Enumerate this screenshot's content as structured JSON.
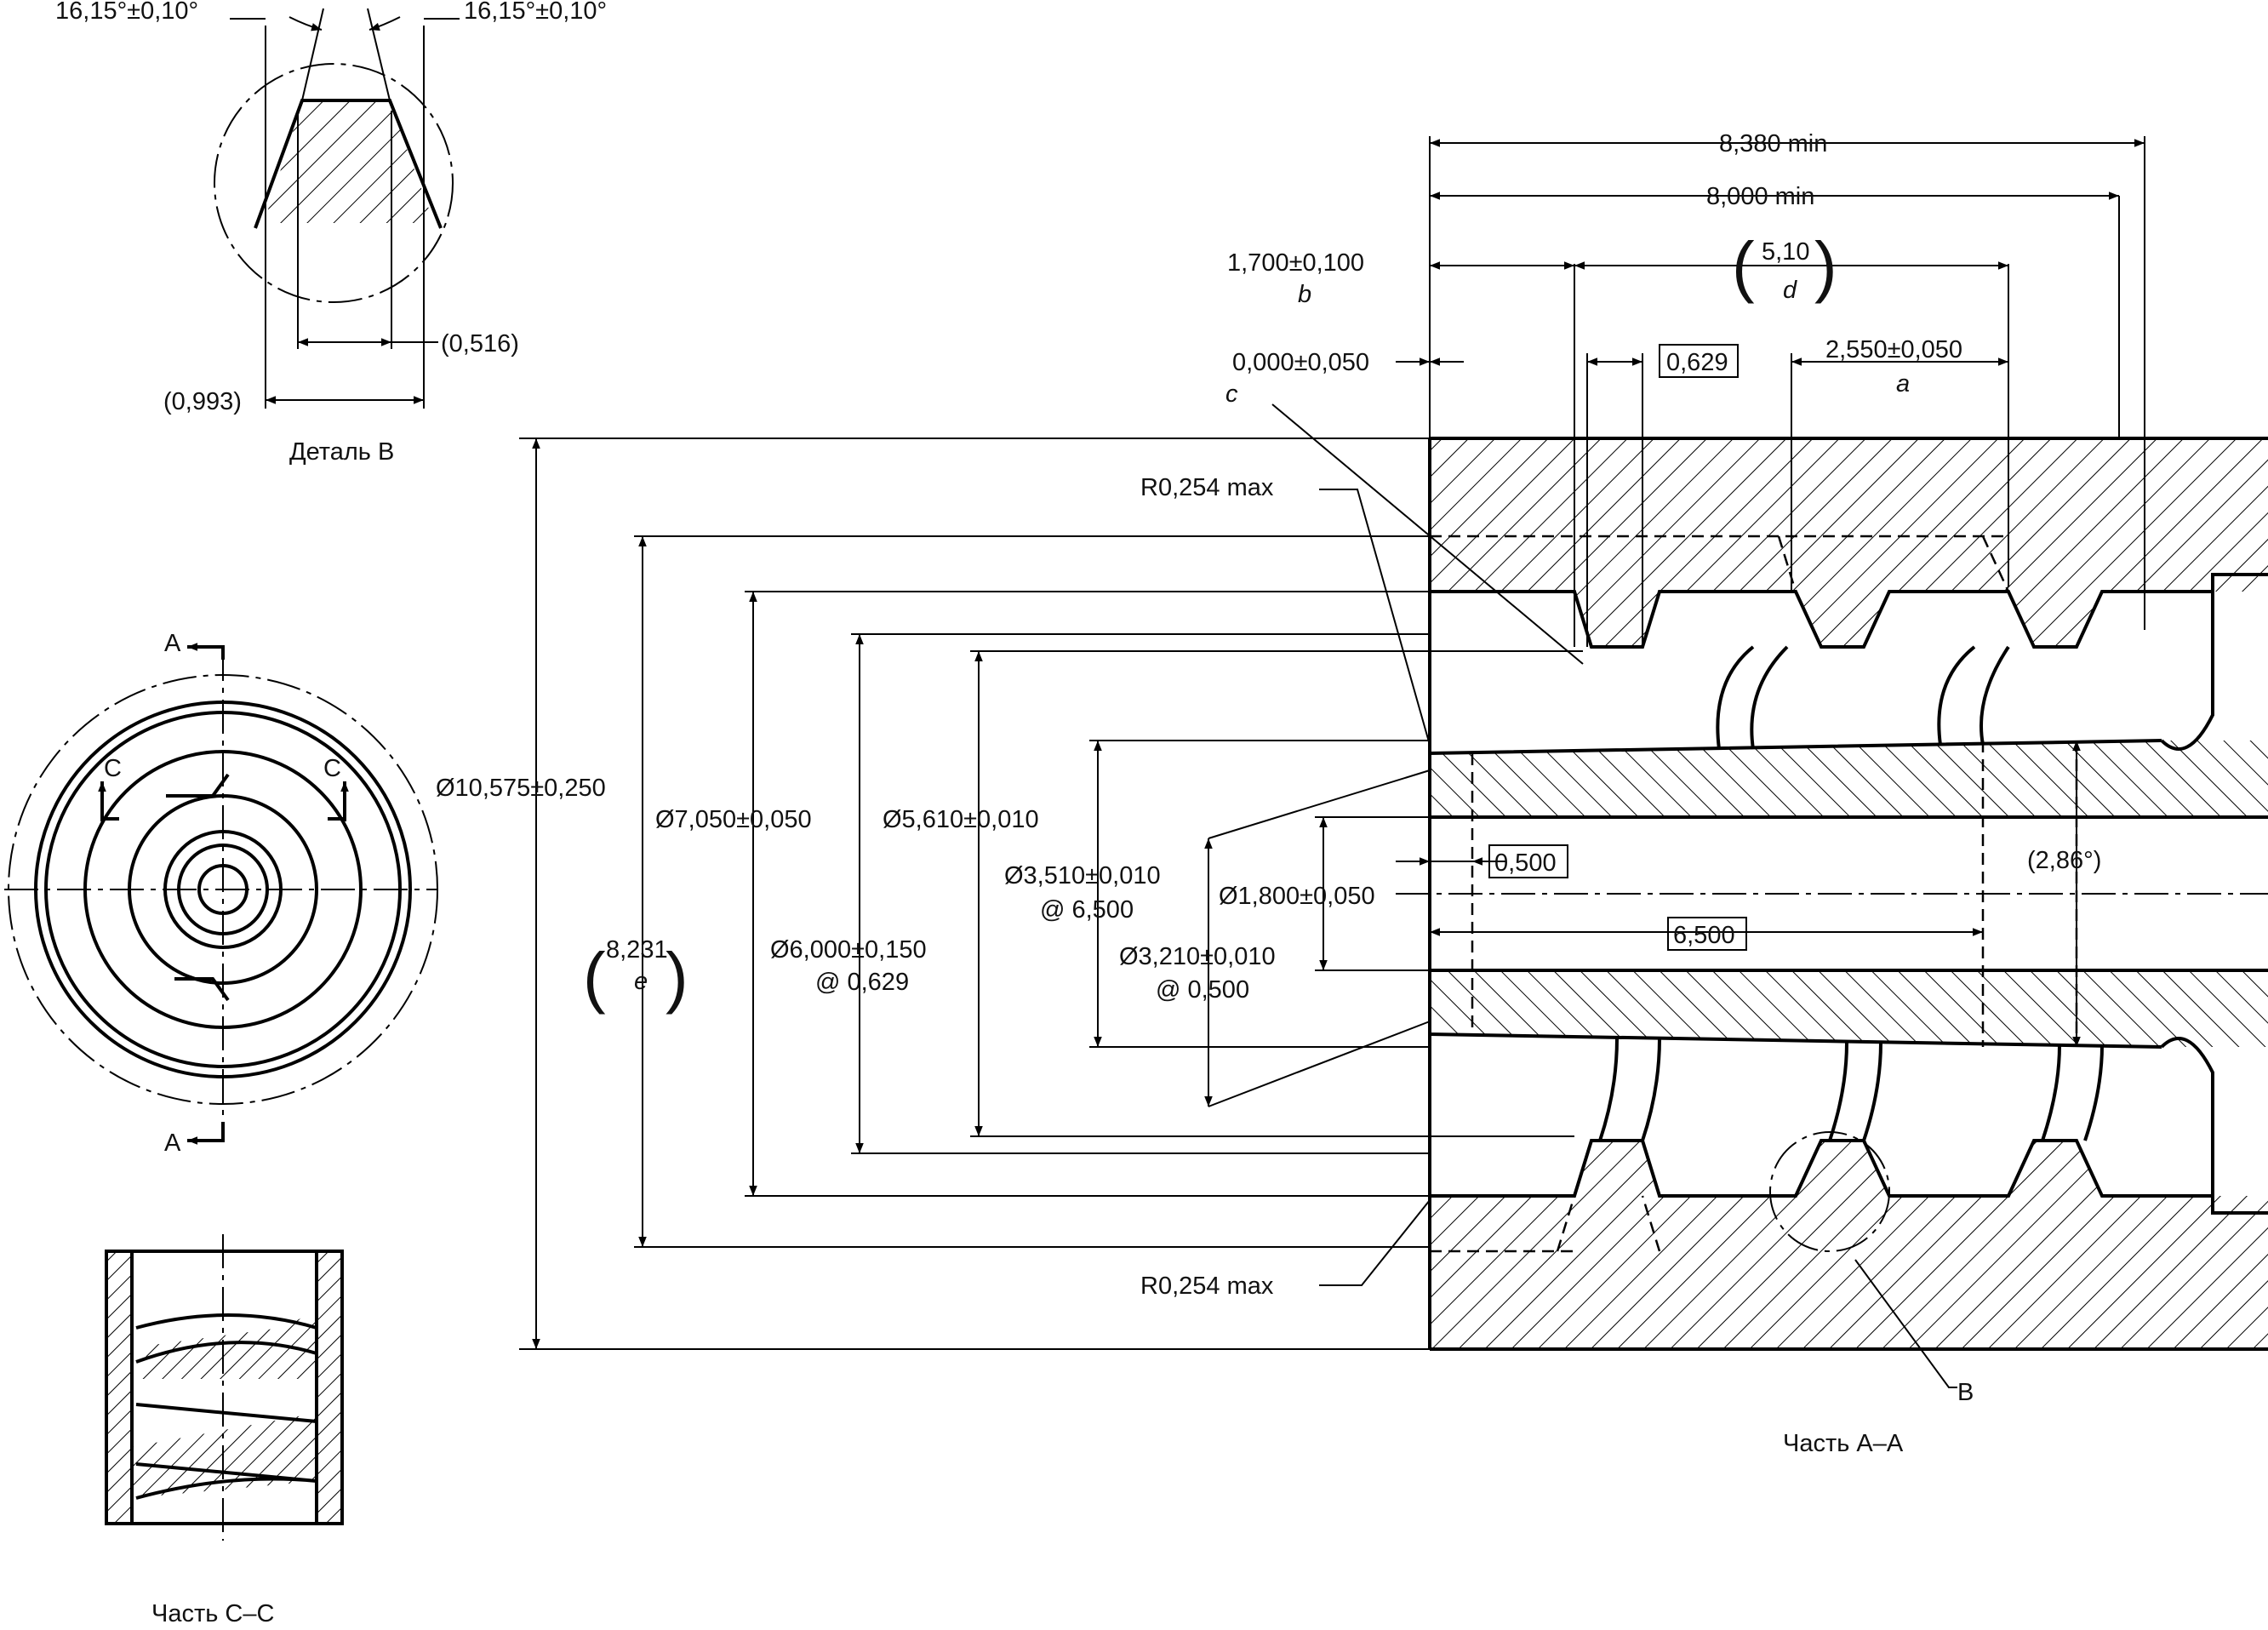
{
  "detail_b": {
    "angle_left": "16,15°±0,10°",
    "angle_right": "16,15°±0,10°",
    "width_inner": "(0,516)",
    "width_outer": "(0,993)",
    "caption": "Деталь B"
  },
  "end_view": {
    "cut_a_top": "A",
    "cut_a_bottom": "A",
    "cut_c_left": "C",
    "cut_c_right": "C"
  },
  "part_cc": {
    "caption": "Часть C–C"
  },
  "section_aa": {
    "caption": "Часть A–A",
    "detail_ref": "B",
    "dim_8380": "8,380 min",
    "dim_8000": "8,000 min",
    "dim_1700": "1,700±0,100",
    "dim_1700_ref": "b",
    "dim_510": "5,10",
    "dim_510_ref": "d",
    "dim_0000": "0,000±0,050",
    "dim_0000_ref": "c",
    "dim_0629_box": "0,629",
    "dim_2550": "2,550±0,050",
    "dim_2550_ref": "a",
    "radius_top": "R0,254 max",
    "radius_bottom": "R0,254 max",
    "dia_10575": "Ø10,575±0,250",
    "dim_8231": "8,231",
    "dim_8231_ref": "e",
    "dia_7050": "Ø7,050±0,050",
    "dia_6000": "Ø6,000±0,150",
    "dia_6000_at": "@ 0,629",
    "dia_5610": "Ø5,610±0,010",
    "dia_3510": "Ø3,510±0,010",
    "dia_3510_at": "@ 6,500",
    "dia_3210": "Ø3,210±0,010",
    "dia_3210_at": "@ 0,500",
    "dia_1800": "Ø1,800±0,050",
    "dim_0500_box": "0,500",
    "dim_6500_box": "6,500",
    "angle_286": "(2,86°)"
  }
}
